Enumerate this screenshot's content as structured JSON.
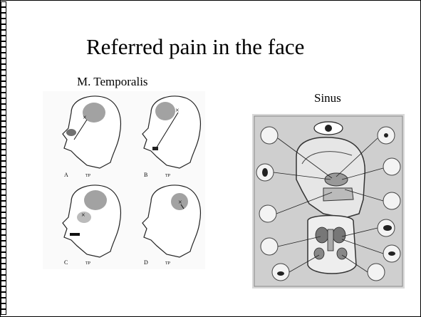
{
  "slide": {
    "title": "Referred pain in the face",
    "left_figure_label": "M. Temporalis",
    "right_figure_label": "Sinus"
  },
  "temporalis_panels": [
    {
      "letter": "A",
      "tp": "TP"
    },
    {
      "letter": "B",
      "tp": "TP"
    },
    {
      "letter": "C",
      "tp": "TP"
    },
    {
      "letter": "D",
      "tp": "TP"
    }
  ]
}
